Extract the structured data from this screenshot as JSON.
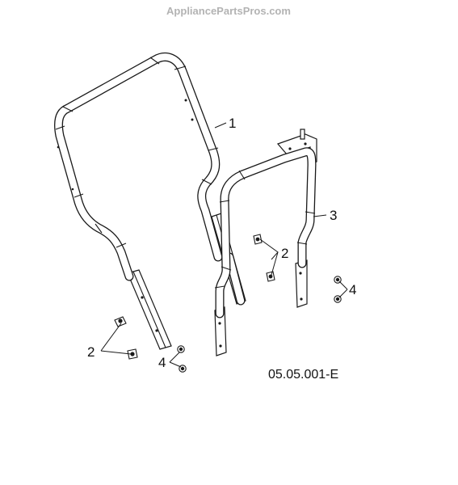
{
  "watermark": "AppliancePartsPros.com",
  "callouts": {
    "part_1": "1",
    "part_2_left": "2",
    "part_2_right": "2",
    "part_3": "3",
    "part_4_left": "4",
    "part_4_right": "4"
  },
  "drawing_code": "05.05.001-E"
}
